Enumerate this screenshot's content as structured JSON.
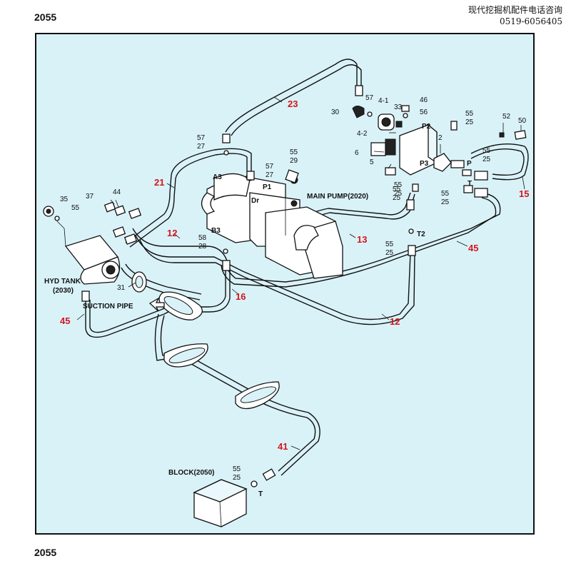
{
  "page": {
    "number_top": "2055",
    "number_bottom": "2055"
  },
  "contact": {
    "line1": "现代挖掘机配件电话咨询",
    "line2": "0519-6056405"
  },
  "diagram": {
    "components": {
      "hyd_tank": "HYD TANK",
      "hyd_tank_code": "(2030)",
      "suction_pipe": "SUCTION PIPE",
      "main_pump": "MAIN PUMP(2020)",
      "block": "BLOCK(2050)"
    },
    "ports": {
      "a3": "A3",
      "b3": "B3",
      "p1": "P1",
      "dr": "Dr",
      "p2": "P2",
      "p3": "P3",
      "p": "P",
      "t": "T",
      "t2": "T2",
      "t_block": "T"
    },
    "hose_callouts": {
      "h23": "23",
      "h21": "21",
      "h12a": "12",
      "h12b": "12",
      "h13": "13",
      "h15": "15",
      "h16": "16",
      "h45a": "45",
      "h45b": "45",
      "h41": "41"
    },
    "part_labels": {
      "p57a": "57",
      "p27a": "27",
      "p57b": "57",
      "p27b": "27",
      "p55a": "55",
      "p29a": "29",
      "p35": "35",
      "p55b": "55",
      "p37": "37",
      "p44": "44",
      "p58": "58",
      "p28": "28",
      "p31": "31",
      "p57c": "57",
      "p30": "30",
      "p4_1": "4-1",
      "p33": "33",
      "p4_2": "4-2",
      "p46": "46",
      "p56": "56",
      "p6": "6",
      "p5": "5",
      "p2": "2",
      "p55c": "55",
      "p25a": "25",
      "p55d": "55",
      "p25b": "25",
      "p55e": "55",
      "p25c": "25",
      "p52": "52",
      "p50": "50",
      "p55f": "55",
      "p25d": "25",
      "p55g": "55",
      "p25e": "25",
      "p55h": "55",
      "p25f": "25",
      "p55i": "55",
      "p25g": "25"
    }
  }
}
